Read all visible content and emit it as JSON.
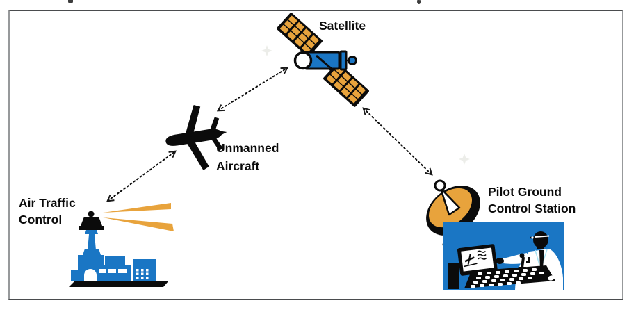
{
  "diagram": {
    "labels": {
      "satellite": "Satellite",
      "unmanned": {
        "line1": "Unmanned",
        "line2": "Aircraft"
      },
      "atc": {
        "line1": "Air Traffic",
        "line2": "Control"
      },
      "pgcs": {
        "line1": "Pilot Ground",
        "line2": "Control Station"
      }
    },
    "nodes": [
      "Satellite",
      "Unmanned Aircraft",
      "Air Traffic Control",
      "Pilot Ground Control Station"
    ],
    "links": [
      {
        "from": "Air Traffic Control",
        "to": "Unmanned Aircraft",
        "type": "dotted-double-arrow"
      },
      {
        "from": "Unmanned Aircraft",
        "to": "Satellite",
        "type": "dotted-double-arrow"
      },
      {
        "from": "Satellite",
        "to": "Pilot Ground Control Station",
        "type": "dotted-double-arrow"
      }
    ],
    "colors": {
      "blue": "#1A76C4",
      "gold": "#E8A33C",
      "ink": "#0b0b0b",
      "border_dark": "#4a4c4e",
      "border_light": "#97999b"
    }
  }
}
